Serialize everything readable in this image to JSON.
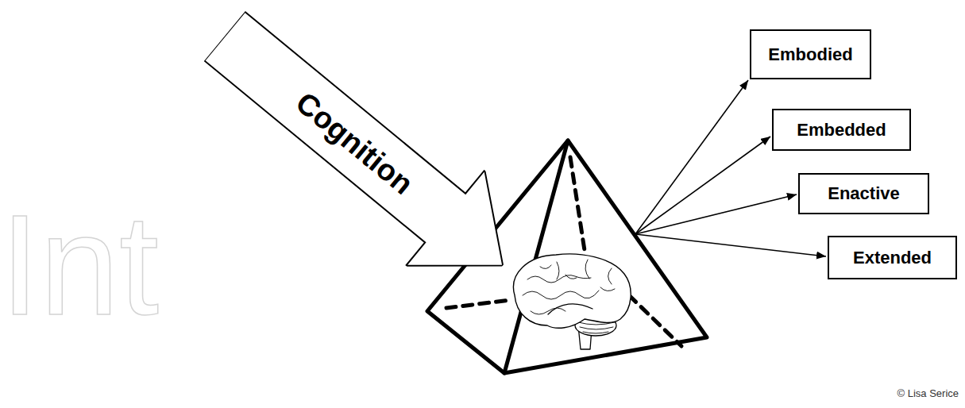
{
  "diagram": {
    "nodes": [
      {
        "text": [
          "Cognition"
        ]
      },
      {
        "text": [
          "Embodied"
        ]
      },
      {
        "text": [
          "Embedded"
        ]
      },
      {
        "text": [
          "Enactive"
        ]
      },
      {
        "text": [
          "Extended"
        ]
      }
    ],
    "labels": [
      "Int",
      "© Lisa Serice"
    ]
  }
}
